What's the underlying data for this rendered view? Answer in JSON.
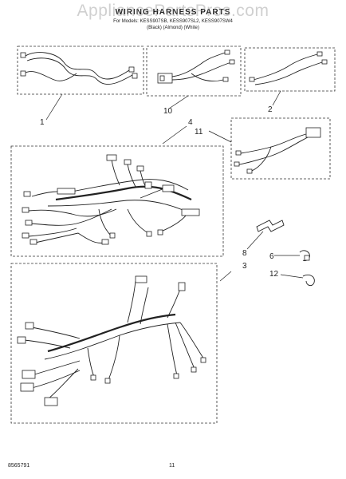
{
  "header": {
    "title": "WIRING HARNESS PARTS",
    "models": "For Models: KESS907SB, KESS907SL2, KESS907SW4",
    "colors": "(Black) (Almond) (White)"
  },
  "watermark": "AppliancePartsPros.com",
  "callouts": [
    "1",
    "10",
    "2",
    "4",
    "11",
    "8",
    "6",
    "3",
    "12"
  ],
  "footer": {
    "doc_number": "8565791",
    "page_number": "11"
  }
}
